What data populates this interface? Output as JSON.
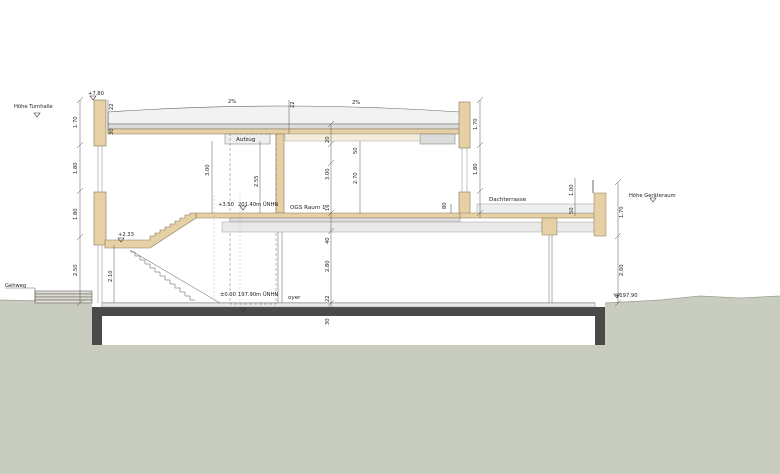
{
  "colors": {
    "ground": "#c9cdc0",
    "foundation": "#4a4a4a",
    "timber": "#e6d1a6",
    "timber_edge": "#8a7350",
    "lightfill": "#e3e3e3",
    "line": "#555555"
  },
  "levels": {
    "top_roof": "+7.80",
    "stair_landing": "+2.33",
    "ground_floor": "±0.00",
    "terrace_right": "+197.90"
  },
  "reference_labels": {
    "left": "Höhe Turnhalle",
    "right": "Höhe Geräteraum",
    "street": "Gehweg"
  },
  "slopes": {
    "left": "2%",
    "right": "2%"
  },
  "rooms": {
    "elevator": "Aufzug",
    "og_room": "OGS Raum 1",
    "terrace": "Dachterrasse",
    "foyer": "oyer"
  },
  "elevations": {
    "upper": "201.40m ÜNHN",
    "lower": "197.90m ÜNHN",
    "upper_mark": "+3.50"
  },
  "dims": {
    "left_chain": [
      "1.70",
      "1.80",
      "1.80",
      "2.50"
    ],
    "roof_small": [
      "22",
      "22",
      "30"
    ],
    "mid_chain_a": [
      "20",
      "50",
      "3.00",
      "16",
      "40",
      "2.80",
      "22",
      "30"
    ],
    "mid_chain_b": [
      "2.70"
    ],
    "stair_dims": [
      "3.00",
      "2.55",
      "2.10"
    ],
    "right_chain": [
      "1.70",
      "1.80",
      "80"
    ],
    "terrace_dims": [
      "1.00",
      "50"
    ],
    "far_right": [
      "1.70",
      "2.60"
    ]
  }
}
